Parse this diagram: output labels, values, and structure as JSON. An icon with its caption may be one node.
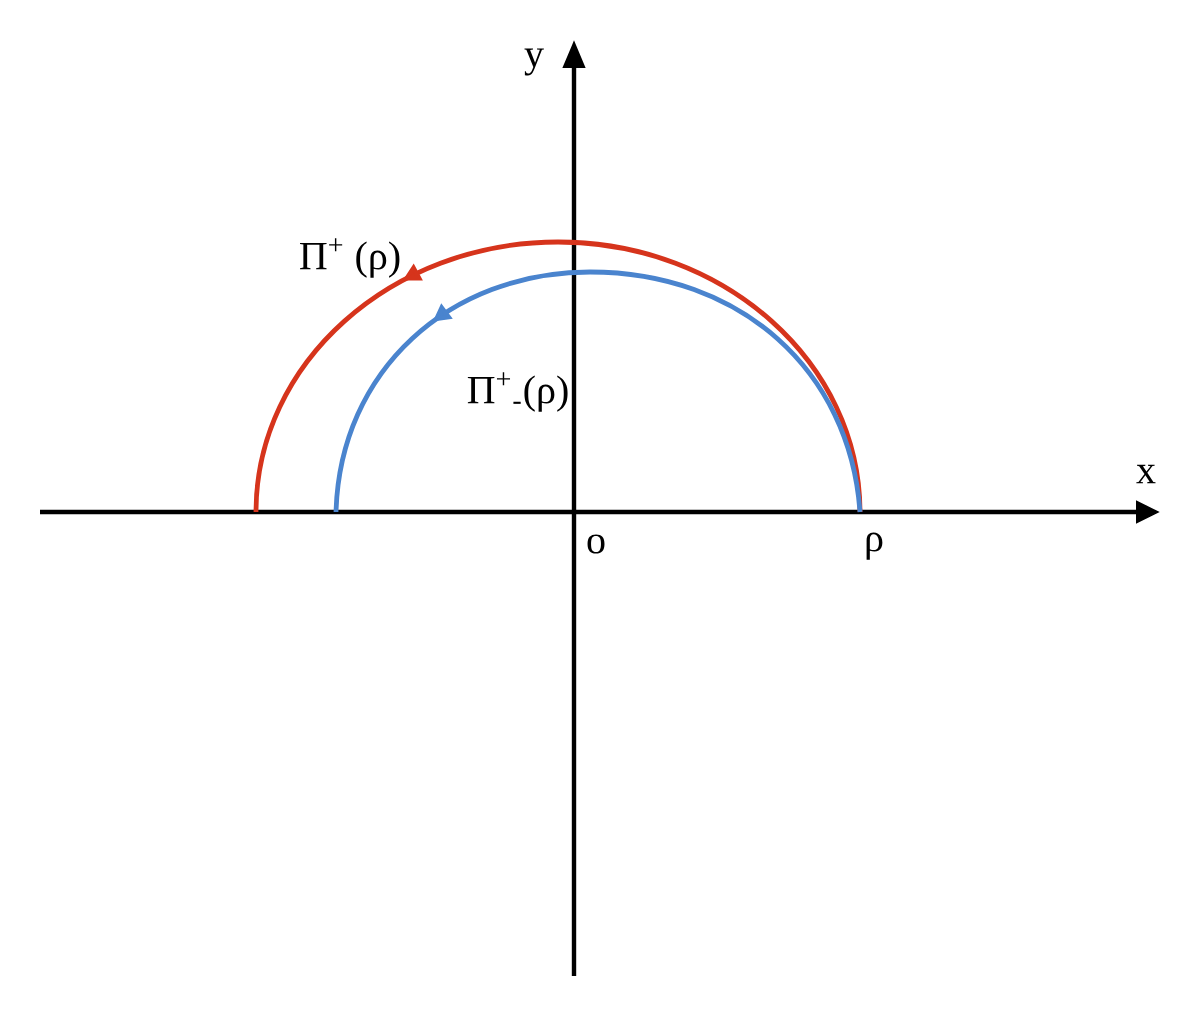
{
  "diagram": {
    "labels": [
      "y",
      "Π$^{+}$ (ρ)",
      "Π$^{+}$$_{-}$(ρ)",
      "x",
      "o",
      "ρ"
    ]
  }
}
